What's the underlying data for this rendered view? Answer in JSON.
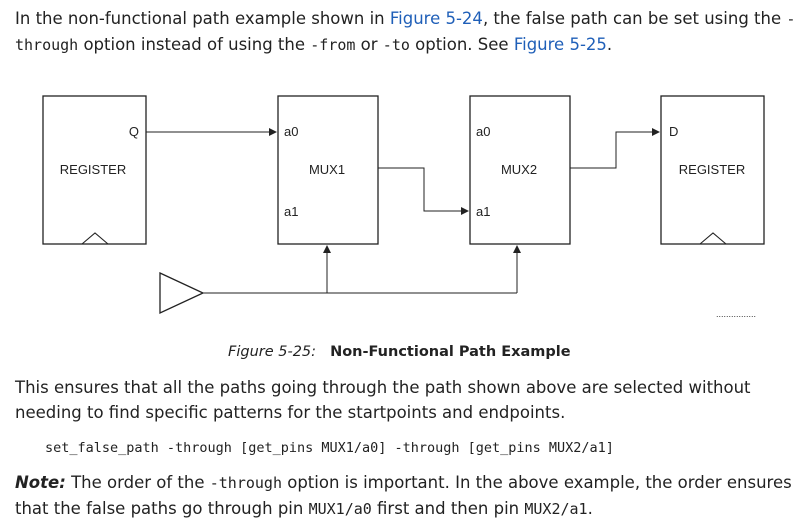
{
  "intro": {
    "t1": "In the non-functional path example shown in ",
    "link1": "Figure 5-24",
    "t2": ", the false path can be set using the ",
    "opt_through": "-through",
    "t3": " option instead of using the ",
    "opt_from": "-from",
    "t4": " or ",
    "opt_to": "-to",
    "t5": " option. See ",
    "link2": "Figure 5-25",
    "t6": "."
  },
  "diagram": {
    "reg1_label": "REGISTER",
    "reg1_pin_q": "Q",
    "mux1_label": "MUX1",
    "mux1_pin_a0": "a0",
    "mux1_pin_a1": "a1",
    "mux2_label": "MUX2",
    "mux2_pin_a0": "a0",
    "mux2_pin_a1": "a1",
    "reg2_label": "REGISTER",
    "reg2_pin_d": "D",
    "dots": "................"
  },
  "caption": {
    "label": "Figure 5-25:",
    "title": "Non-Functional Path Example"
  },
  "para2": "This ensures that all the paths going through the path shown above are selected without needing to find specific patterns for the startpoints and endpoints.",
  "command": "set_false_path -through [get_pins MUX1/a0] -through [get_pins MUX2/a1]",
  "note": {
    "label": "Note:",
    "t1": " The order of the ",
    "opt": "-through",
    "t2": " option is important. In the above example, the order ensures that the false paths go through pin ",
    "pin1": "MUX1/a0",
    "t3": " first and then pin ",
    "pin2": "MUX2/a1",
    "t4": "."
  }
}
